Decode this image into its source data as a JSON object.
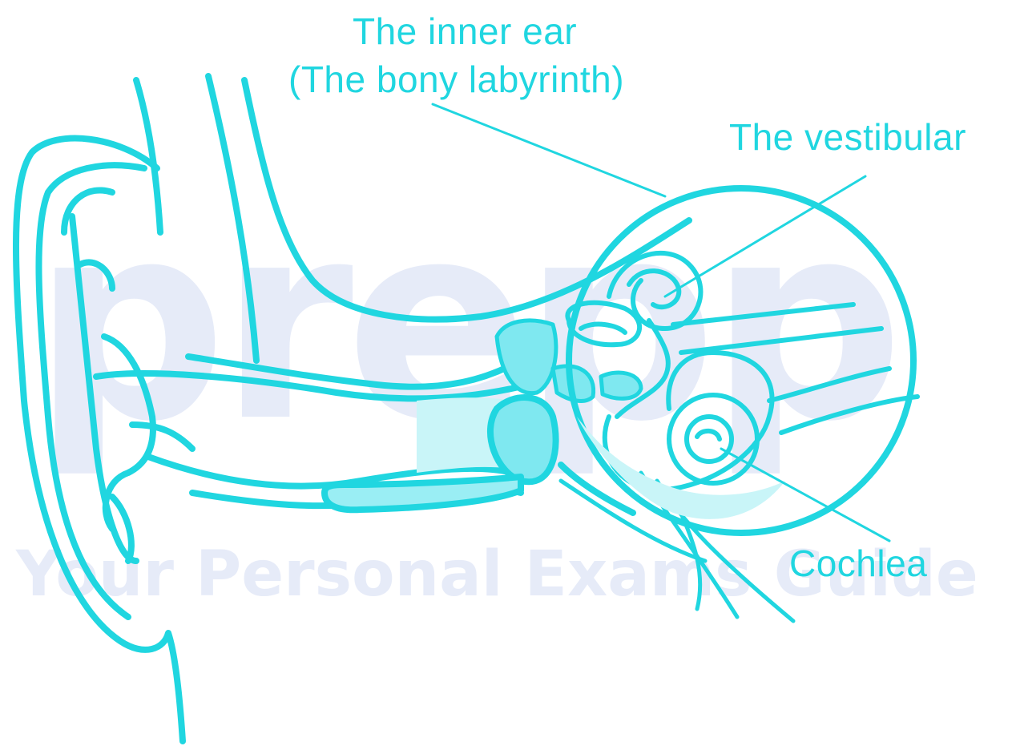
{
  "diagram": {
    "labels": {
      "inner_ear": "The inner ear",
      "bony_labyrinth": "(The bony labyrinth)",
      "vestibular": "The vestibular",
      "cochlea": "Cochlea"
    },
    "watermark": {
      "brand": "prepp",
      "tagline": "Your Personal Exams Guide"
    },
    "colors": {
      "line": "#20d6e0",
      "fill": "#7fe8f0",
      "light_fill": "#c9f5f8",
      "watermark": "#e6ebf8"
    }
  }
}
